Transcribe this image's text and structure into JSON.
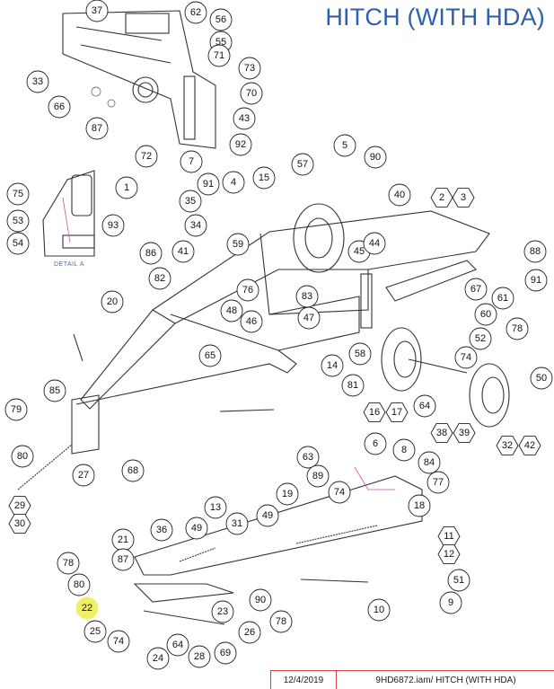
{
  "title": "HITCH (WITH HDA)",
  "detail_label": "DETAIL A",
  "footer": {
    "date": "12/4/2019",
    "file": "9HD6872.iam/ HITCH (WITH HDA)"
  },
  "colors": {
    "title": "#2f5fb0",
    "leader": "#2ea02e",
    "highlight": "#f0ef6a",
    "footer_border": "#d04040"
  },
  "callouts": [
    {
      "label": "37",
      "shape": "circle"
    },
    {
      "label": "62",
      "shape": "circle"
    },
    {
      "label": "56",
      "shape": "circle"
    },
    {
      "label": "55",
      "shape": "circle"
    },
    {
      "label": "71",
      "shape": "circle"
    },
    {
      "label": "73",
      "shape": "circle"
    },
    {
      "label": "33",
      "shape": "circle"
    },
    {
      "label": "70",
      "shape": "circle"
    },
    {
      "label": "66",
      "shape": "circle"
    },
    {
      "label": "43",
      "shape": "circle"
    },
    {
      "label": "87",
      "shape": "circle"
    },
    {
      "label": "92",
      "shape": "circle"
    },
    {
      "label": "72",
      "shape": "circle"
    },
    {
      "label": "7",
      "shape": "circle"
    },
    {
      "label": "75",
      "shape": "circle"
    },
    {
      "label": "1",
      "shape": "circle"
    },
    {
      "label": "53",
      "shape": "circle"
    },
    {
      "label": "93",
      "shape": "circle"
    },
    {
      "label": "54",
      "shape": "circle"
    },
    {
      "label": "5",
      "shape": "circle"
    },
    {
      "label": "90",
      "shape": "circle"
    },
    {
      "label": "57",
      "shape": "circle"
    },
    {
      "label": "91",
      "shape": "circle"
    },
    {
      "label": "4",
      "shape": "circle"
    },
    {
      "label": "15",
      "shape": "circle"
    },
    {
      "label": "2",
      "shape": "hex"
    },
    {
      "label": "3",
      "shape": "hex"
    },
    {
      "label": "40",
      "shape": "circle"
    },
    {
      "label": "35",
      "shape": "circle"
    },
    {
      "label": "34",
      "shape": "circle"
    },
    {
      "label": "59",
      "shape": "circle"
    },
    {
      "label": "45",
      "shape": "circle"
    },
    {
      "label": "44",
      "shape": "circle"
    },
    {
      "label": "88",
      "shape": "circle"
    },
    {
      "label": "86",
      "shape": "circle"
    },
    {
      "label": "41",
      "shape": "circle"
    },
    {
      "label": "91",
      "shape": "circle"
    },
    {
      "label": "82",
      "shape": "circle"
    },
    {
      "label": "76",
      "shape": "circle"
    },
    {
      "label": "83",
      "shape": "circle"
    },
    {
      "label": "67",
      "shape": "circle"
    },
    {
      "label": "61",
      "shape": "circle"
    },
    {
      "label": "48",
      "shape": "circle"
    },
    {
      "label": "47",
      "shape": "circle"
    },
    {
      "label": "60",
      "shape": "circle"
    },
    {
      "label": "46",
      "shape": "circle"
    },
    {
      "label": "20",
      "shape": "circle"
    },
    {
      "label": "78",
      "shape": "circle"
    },
    {
      "label": "52",
      "shape": "circle"
    },
    {
      "label": "65",
      "shape": "circle"
    },
    {
      "label": "58",
      "shape": "circle"
    },
    {
      "label": "74",
      "shape": "circle"
    },
    {
      "label": "14",
      "shape": "circle"
    },
    {
      "label": "81",
      "shape": "circle"
    },
    {
      "label": "50",
      "shape": "circle"
    },
    {
      "label": "85",
      "shape": "circle"
    },
    {
      "label": "16",
      "shape": "hex"
    },
    {
      "label": "17",
      "shape": "hex"
    },
    {
      "label": "64",
      "shape": "circle"
    },
    {
      "label": "79",
      "shape": "circle"
    },
    {
      "label": "38",
      "shape": "hex"
    },
    {
      "label": "39",
      "shape": "hex"
    },
    {
      "label": "80",
      "shape": "circle"
    },
    {
      "label": "27",
      "shape": "circle"
    },
    {
      "label": "68",
      "shape": "circle"
    },
    {
      "label": "32",
      "shape": "hex"
    },
    {
      "label": "42",
      "shape": "hex"
    },
    {
      "label": "63",
      "shape": "circle"
    },
    {
      "label": "6",
      "shape": "circle"
    },
    {
      "label": "8",
      "shape": "circle"
    },
    {
      "label": "89",
      "shape": "circle"
    },
    {
      "label": "84",
      "shape": "circle"
    },
    {
      "label": "74",
      "shape": "circle"
    },
    {
      "label": "77",
      "shape": "circle"
    },
    {
      "label": "19",
      "shape": "circle"
    },
    {
      "label": "29",
      "shape": "hex"
    },
    {
      "label": "30",
      "shape": "hex"
    },
    {
      "label": "18",
      "shape": "circle"
    },
    {
      "label": "13",
      "shape": "circle"
    },
    {
      "label": "36",
      "shape": "circle"
    },
    {
      "label": "49",
      "shape": "circle"
    },
    {
      "label": "31",
      "shape": "circle"
    },
    {
      "label": "49",
      "shape": "circle"
    },
    {
      "label": "21",
      "shape": "circle"
    },
    {
      "label": "11",
      "shape": "hex"
    },
    {
      "label": "12",
      "shape": "hex"
    },
    {
      "label": "78",
      "shape": "circle"
    },
    {
      "label": "87",
      "shape": "circle"
    },
    {
      "label": "51",
      "shape": "circle"
    },
    {
      "label": "80",
      "shape": "circle"
    },
    {
      "label": "90",
      "shape": "circle"
    },
    {
      "label": "22",
      "shape": "highlight"
    },
    {
      "label": "9",
      "shape": "circle"
    },
    {
      "label": "10",
      "shape": "circle"
    },
    {
      "label": "23",
      "shape": "circle"
    },
    {
      "label": "25",
      "shape": "circle"
    },
    {
      "label": "78",
      "shape": "circle"
    },
    {
      "label": "74",
      "shape": "circle"
    },
    {
      "label": "26",
      "shape": "circle"
    },
    {
      "label": "28",
      "shape": "circle"
    },
    {
      "label": "64",
      "shape": "circle"
    },
    {
      "label": "69",
      "shape": "circle"
    },
    {
      "label": "24",
      "shape": "circle"
    }
  ]
}
